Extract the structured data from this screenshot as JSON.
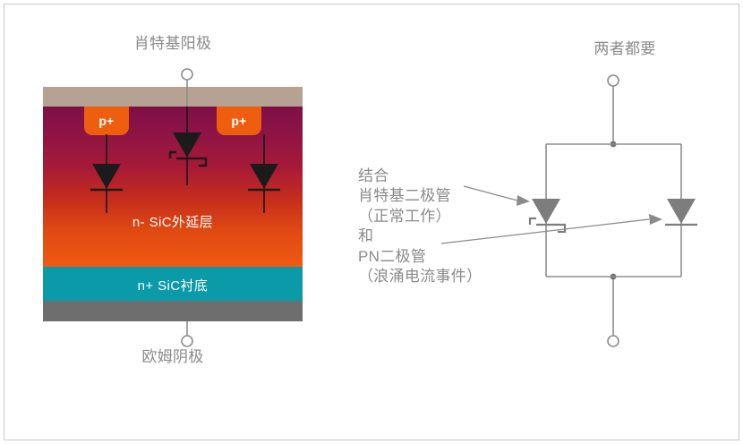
{
  "figure": {
    "title_left": "肖特基阳极",
    "title_left_bottom": "欧姆阴极",
    "title_right": "两者都要"
  },
  "cross_section": {
    "anode_terminal_label": "肖特基阳极",
    "cathode_terminal_label": "欧姆阴极",
    "layers": [
      {
        "name": "anode-metal",
        "label": "",
        "color": "#b5a293"
      },
      {
        "name": "epi",
        "label": "n- SiC外延层",
        "color_top": "#7d1046",
        "color_bottom": "#f05a12"
      },
      {
        "name": "substrate",
        "label": "n+ SiC衬底",
        "color": "#0b9aa8"
      },
      {
        "name": "cathode-metal",
        "label": "",
        "color": "#6e6e6e"
      }
    ],
    "epi_label": "n- SiC外延层",
    "substrate_label": "n+ SiC衬底",
    "pwell_left_label": "p+",
    "pwell_right_label": "p+",
    "symbols": [
      {
        "name": "pn-diode-left",
        "type": "pn"
      },
      {
        "name": "schottky-diode-center",
        "type": "schottky"
      },
      {
        "name": "pn-diode-right",
        "type": "pn"
      }
    ]
  },
  "annotation": {
    "lines": [
      "结合",
      "肖特基二极管",
      "（正常工作）",
      "和",
      "PN二极管",
      "（浪涌电流事件）"
    ],
    "full_text": "结合\n肖特基二极管\n（正常工作）\n和\nPN二极管\n（浪涌电流事件）"
  },
  "circuit": {
    "title": "两者都要",
    "diodes": [
      {
        "name": "schottky-diode",
        "type": "schottky",
        "side": "left"
      },
      {
        "name": "pn-diode",
        "type": "pn",
        "side": "right"
      }
    ],
    "terminals": [
      "top",
      "bottom"
    ]
  },
  "colors": {
    "epi_top": "#7d1046",
    "epi_bottom": "#f05a12",
    "substrate": "#0b9aa8",
    "anode_metal": "#b5a293",
    "cathode_metal": "#6e6e6e",
    "pwell": "#ef5e0f",
    "text_grey": "#8a8a8a",
    "wire_grey": "#8d8d8d",
    "symbol_dark": "#1b1b1b"
  }
}
